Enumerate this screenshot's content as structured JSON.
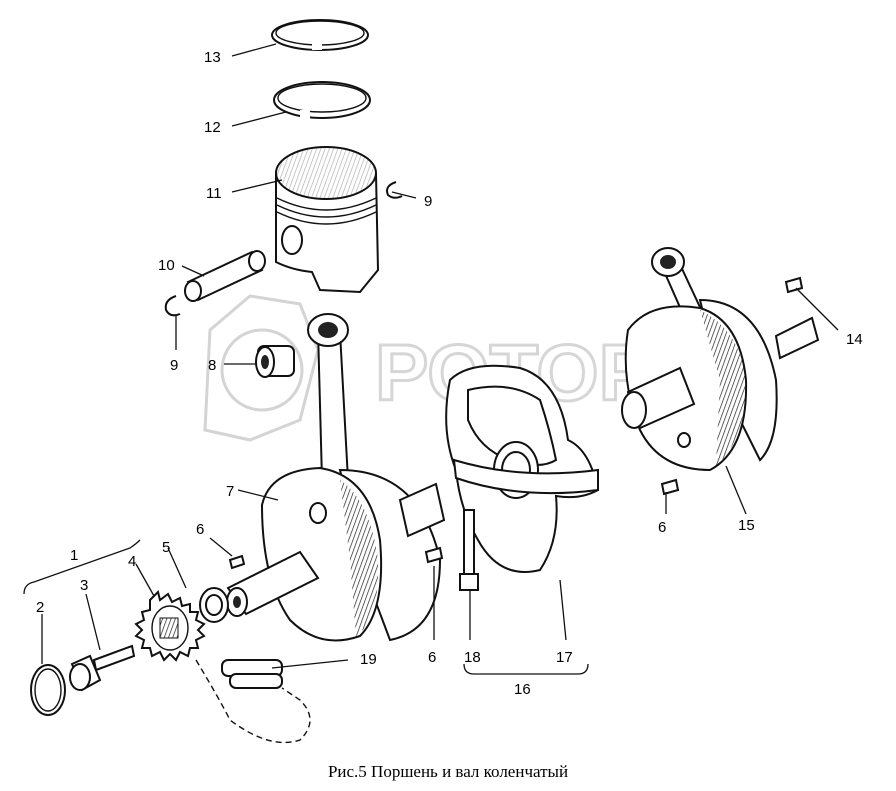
{
  "caption": "Рис.5  Поршень и вал коленчатый",
  "watermark": "РОТОР",
  "callouts": {
    "c1": "1",
    "c2": "2",
    "c3": "3",
    "c4": "4",
    "c5": "5",
    "c6a": "6",
    "c6b": "6",
    "c6c": "6",
    "c7": "7",
    "c8": "8",
    "c9a": "9",
    "c9b": "9",
    "c10": "10",
    "c11": "11",
    "c12": "12",
    "c13": "13",
    "c14": "14",
    "c15": "15",
    "c16": "16",
    "c17": "17",
    "c18": "18",
    "c19": "19"
  }
}
